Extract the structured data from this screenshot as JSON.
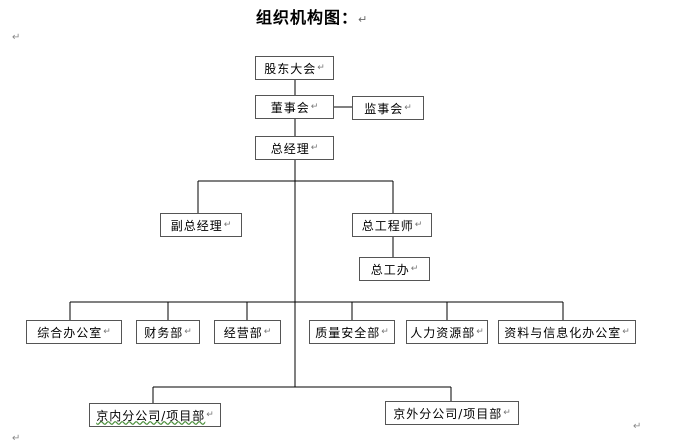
{
  "title": "组织机构图：",
  "para_mark": "↵",
  "nodes": {
    "shareholders": "股东大会",
    "board": "董事会",
    "supervisors": "监事会",
    "gm": "总经理",
    "deputy_gm": "副总经理",
    "chief_engineer": "总工程师",
    "chief_engineer_office": "总工办",
    "dept_general_office": "综合办公室",
    "dept_finance": "财务部",
    "dept_operations": "经营部",
    "dept_quality_safety": "质量安全部",
    "dept_hr": "人力资源部",
    "dept_info": "资料与信息化办公室",
    "beijing_inner": "京内分公司/项目部",
    "beijing_outer": "京外分公司/项目部"
  }
}
